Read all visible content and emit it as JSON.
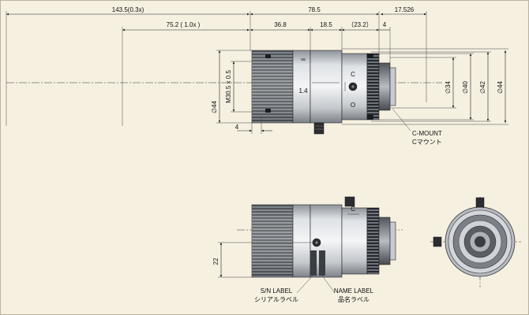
{
  "dimensions": {
    "d_143_5": "143.5(0.3x)",
    "d_75_2": "75.2 ( 1.0x )",
    "d_78_5": "78.5",
    "d_17_526": "17.526",
    "d_36_8": "36.8",
    "d_18_5": "18.5",
    "d_23_2": "（23.2）",
    "d_4_top": "4",
    "thread": "M30.5 x 0.5",
    "d_44_left": "∅44",
    "d_4_bottom": "4",
    "d_34": "∅34",
    "d_40": "∅40",
    "d_42": "∅42",
    "d_44_right": "∅44",
    "d_22": "22"
  },
  "labels": {
    "c_mount_en": "C-MOUNT",
    "c_mount_jp": "Cマウント",
    "sn_label_en": "S/N LABEL",
    "sn_label_jp": "シリアルラベル",
    "name_label_en": "NAME LABEL",
    "name_label_jp": "品名ラベル"
  },
  "ring_marks": {
    "c_mark": "C",
    "o_mark": "O",
    "f_stop": "1.4",
    "inf": "∞"
  },
  "colors": {
    "background": "#f6f0e1",
    "lens_body": "#c9ccd0",
    "lens_dark": "#2e3136",
    "line": "#222222"
  }
}
